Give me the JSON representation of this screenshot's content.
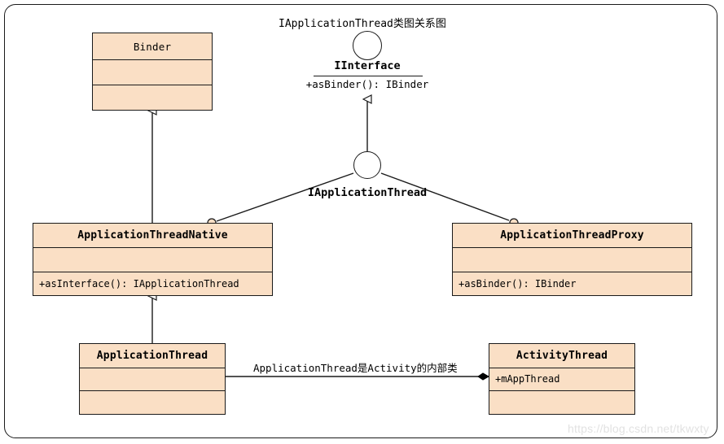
{
  "diagram": {
    "title": "IApplicationThread类图关系图",
    "watermark": "https://blog.csdn.net/tkwxty",
    "colors": {
      "class_fill": "#fadfc5",
      "stroke": "#1a1a1a",
      "canvas": "#ffffff",
      "watermark": "#e2e2e2"
    }
  },
  "interfaces": {
    "iinterface": {
      "name": "IInterface",
      "methods": [
        "+asBinder(): IBinder"
      ],
      "notation": "lollipop-circle"
    },
    "iapplicationthread": {
      "name": "IApplicationThread",
      "methods": [],
      "notation": "lollipop-circle"
    }
  },
  "classes": [
    {
      "id": "binder",
      "name": "Binder",
      "name_style": "plain",
      "attributes": [
        ""
      ],
      "methods": [
        ""
      ]
    },
    {
      "id": "application-thread-native",
      "name": "ApplicationThreadNative",
      "name_style": "bold",
      "attributes": [
        ""
      ],
      "methods": [
        "+asInterface(): IApplicationThread"
      ]
    },
    {
      "id": "application-thread-proxy",
      "name": "ApplicationThreadProxy",
      "name_style": "bold",
      "attributes": [
        ""
      ],
      "methods": [
        "+asBinder(): IBinder"
      ]
    },
    {
      "id": "application-thread",
      "name": "ApplicationThread",
      "name_style": "bold",
      "attributes": [
        ""
      ],
      "methods": [
        ""
      ]
    },
    {
      "id": "activity-thread",
      "name": "ActivityThread",
      "name_style": "bold",
      "attributes": [
        "+mAppThread"
      ],
      "methods": [
        ""
      ]
    }
  ],
  "relations": [
    {
      "id": "native-extends-binder",
      "type": "generalization",
      "from": "ApplicationThreadNative",
      "to": "Binder",
      "label": ""
    },
    {
      "id": "appthread-extends-native",
      "type": "generalization",
      "from": "ApplicationThread",
      "to": "ApplicationThreadNative",
      "label": ""
    },
    {
      "id": "iapplicationthread-extends-iinterface",
      "type": "generalization",
      "from": "IApplicationThread",
      "to": "IInterface",
      "label": ""
    },
    {
      "id": "native-realizes-iapplicationthread",
      "type": "realization-socket",
      "from": "ApplicationThreadNative",
      "to": "IApplicationThread",
      "label": ""
    },
    {
      "id": "proxy-realizes-iapplicationthread",
      "type": "realization-socket",
      "from": "ApplicationThreadProxy",
      "to": "IApplicationThread",
      "label": ""
    },
    {
      "id": "activitythread-composes-appthread",
      "type": "composition",
      "from": "ActivityThread",
      "to": "ApplicationThread",
      "label": "ApplicationThread是Activity的内部类"
    }
  ]
}
